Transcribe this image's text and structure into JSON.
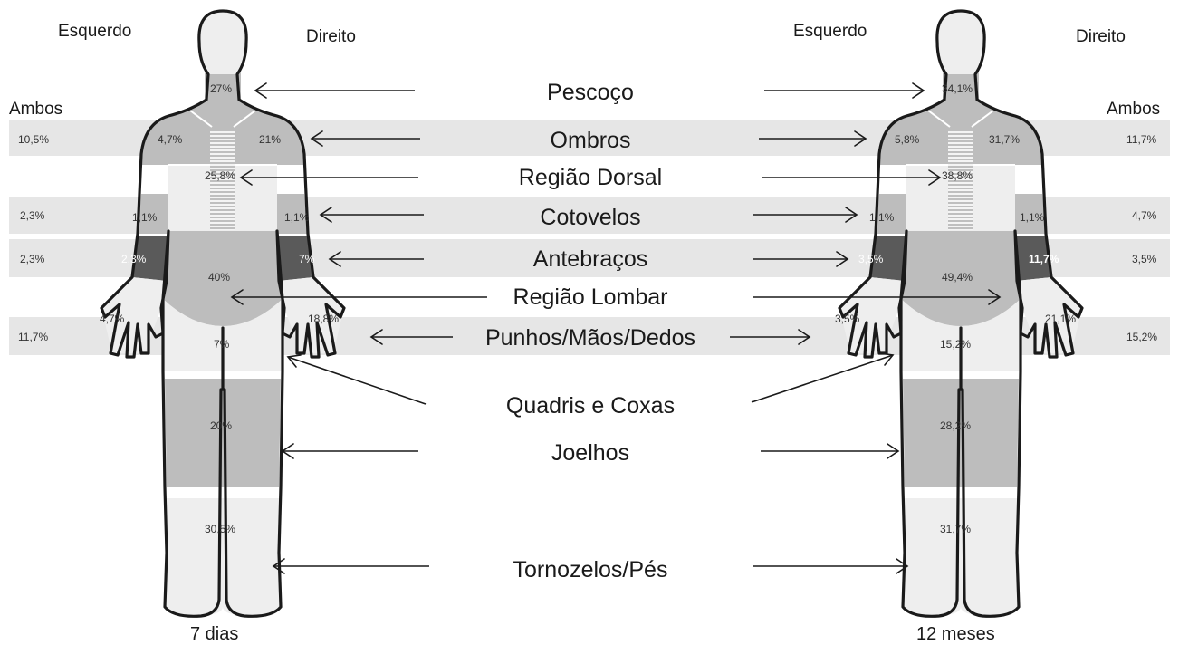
{
  "colors": {
    "band": "#e6e6e6",
    "light_region": "#eeeeee",
    "mid_region": "#bdbdbd",
    "dark_region": "#5a5a5a",
    "outline": "#1a1a1a"
  },
  "headers": {
    "left_side": "Esquerdo",
    "right_side": "Direito",
    "both": "Ambos"
  },
  "regions": [
    {
      "name": "Pescoço"
    },
    {
      "name": "Ombros"
    },
    {
      "name": "Região Dorsal"
    },
    {
      "name": "Cotovelos"
    },
    {
      "name": "Antebraços"
    },
    {
      "name": "Região Lombar"
    },
    {
      "name": "Punhos/Mãos/Dedos"
    },
    {
      "name": "Quadris e Coxas"
    },
    {
      "name": "Joelhos"
    },
    {
      "name": "Tornozelos/Pés"
    }
  ],
  "figures": [
    {
      "caption": "7 dias",
      "both": {
        "ombros": "10,5%",
        "cotovelos": "2,3%",
        "antebracos": "2,3%",
        "punhos": "11,7%"
      },
      "values": {
        "pescoco": "27%",
        "ombros_esq": "4,7%",
        "ombros_dir": "21%",
        "dorsal": "25,8%",
        "cotovelos_esq": "1,1%",
        "cotovelos_dir": "1,1%",
        "antebracos_esq": "2,3%",
        "antebracos_dir": "7%",
        "lombar": "40%",
        "punhos_esq": "4,7%",
        "punhos_dir": "18,8%",
        "quadris": "7%",
        "joelhos": "20%",
        "tornozelos": "30,5%"
      }
    },
    {
      "caption": "12 meses",
      "both": {
        "ombros": "11,7%",
        "cotovelos": "4,7%",
        "antebracos": "3,5%",
        "punhos": "15,2%"
      },
      "values": {
        "pescoco": "34,1%",
        "ombros_esq": "5,8%",
        "ombros_dir": "31,7%",
        "dorsal": "38,8%",
        "cotovelos_esq": "1,1%",
        "cotovelos_dir": "1,1%",
        "antebracos_esq": "3,5%",
        "antebracos_dir": "11,7%",
        "lombar": "49,4%",
        "punhos_esq": "3,5%",
        "punhos_dir": "21,1%",
        "quadris": "15,2%",
        "joelhos": "28,2%",
        "tornozelos": "31,7%"
      }
    }
  ]
}
